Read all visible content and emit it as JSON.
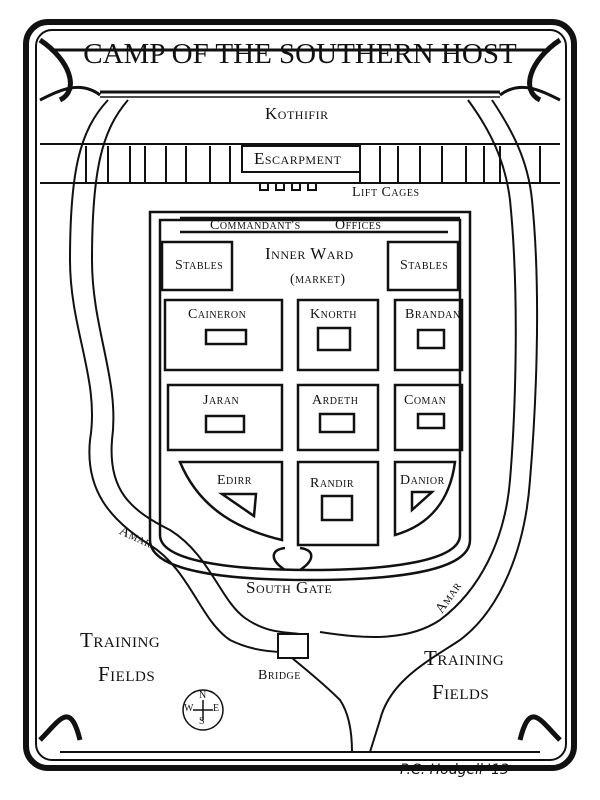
{
  "title": "CAMP OF THE SOUTHERN HOST",
  "regions": {
    "kothifir": "Kothifir",
    "escarpment": "Escarpment",
    "lift_cages": "Lift Cages",
    "commandants": "Commandant's",
    "offices": "Offices",
    "inner_ward": "Inner Ward",
    "market": "(market)",
    "stables_left": "Stables",
    "stables_right": "Stables",
    "south_gate": "South Gate",
    "bridge": "Bridge",
    "training_left_1": "Training",
    "training_left_2": "Fields",
    "training_right_1": "Training",
    "training_right_2": "Fields"
  },
  "houses": {
    "caineron": "Caineron",
    "knorth": "Knorth",
    "brandan": "Brandan",
    "jaran": "Jaran",
    "ardeth": "Ardeth",
    "coman": "Coman",
    "edirr": "Edirr",
    "randir": "Randir",
    "danior": "Danior"
  },
  "river": {
    "left": "Amar",
    "right": "Amar"
  },
  "compass": {
    "n": "N",
    "e": "E",
    "s": "S",
    "w": "W"
  },
  "signature": "P.C. Hodgell '13"
}
